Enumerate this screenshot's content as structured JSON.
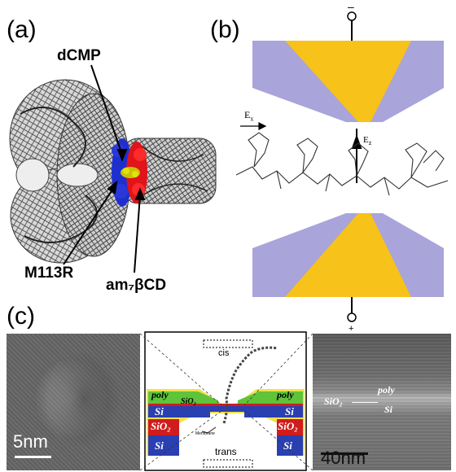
{
  "panels": {
    "a": {
      "label": "(a)",
      "annotations": {
        "dcmp": "dCMP",
        "m113r": "M113R",
        "cd": "am₇βCD"
      }
    },
    "b": {
      "label": "(b)",
      "field_label": "E",
      "field_sub": "x",
      "field2_label": "E",
      "field2_sub": "z",
      "top_terminal": "–",
      "bottom_terminal": "+"
    },
    "c": {
      "label": "(c)",
      "left_scale": "5nm",
      "right_scale": "40nm",
      "diagram": {
        "cis": "cis",
        "trans": "trans",
        "poly_left": "poly",
        "poly_right": "poly",
        "sio2_top": "SiO₂",
        "si_left": "Si",
        "si_right": "Si",
        "sio2_left": "SiO₂",
        "sio2_right": "SiO₂",
        "si_bottom_left": "Si",
        "si_bottom_right": "Si",
        "membrane": "Membrane"
      },
      "right_image": {
        "poly": "poly",
        "sio2": "SiO₂",
        "si": "Si"
      }
    }
  },
  "colors": {
    "gold": "#f7c21a",
    "lavender": "#a9a4d9",
    "protein_blue": "#1e2fd0",
    "protein_red": "#e0141a",
    "protein_yellow": "#c8c400",
    "poly_green": "#5fc43a",
    "si_blue": "#2a3fb0",
    "sio2_red": "#d01c1c"
  }
}
